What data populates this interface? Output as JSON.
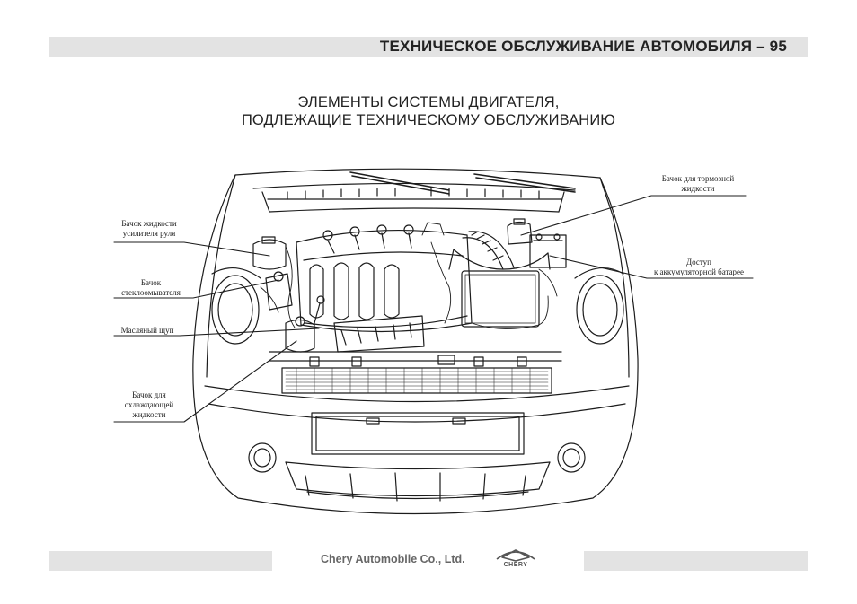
{
  "header": {
    "title": "ТЕХНИЧЕСКОЕ ОБСЛУЖИВАНИЕ АВТОМОБИЛЯ – 95"
  },
  "section": {
    "title_line1": "ЭЛЕМЕНТЫ СИСТЕМЫ ДВИГАТЕЛЯ,",
    "title_line2": "ПОДЛЕЖАЩИЕ ТЕХНИЧЕСКОМУ ОБСЛУЖИВАНИЮ"
  },
  "labels": {
    "steering_reservoir": [
      "Бачок жидкости",
      "усилителя руля"
    ],
    "washer_reservoir": [
      "Бачок",
      "стеклоомывателя"
    ],
    "dipstick": [
      "Масляный щуп"
    ],
    "coolant_reservoir": [
      "Бачок для",
      "охлаждающей",
      "жидкости"
    ],
    "brake_reservoir": [
      "Бачок для тормозной",
      "жидкости"
    ],
    "battery_access": [
      "Доступ",
      "к аккумуляторной батарее"
    ]
  },
  "footer": {
    "company": "Chery Automobile Co., Ltd.",
    "logo_text": "CHERY"
  }
}
